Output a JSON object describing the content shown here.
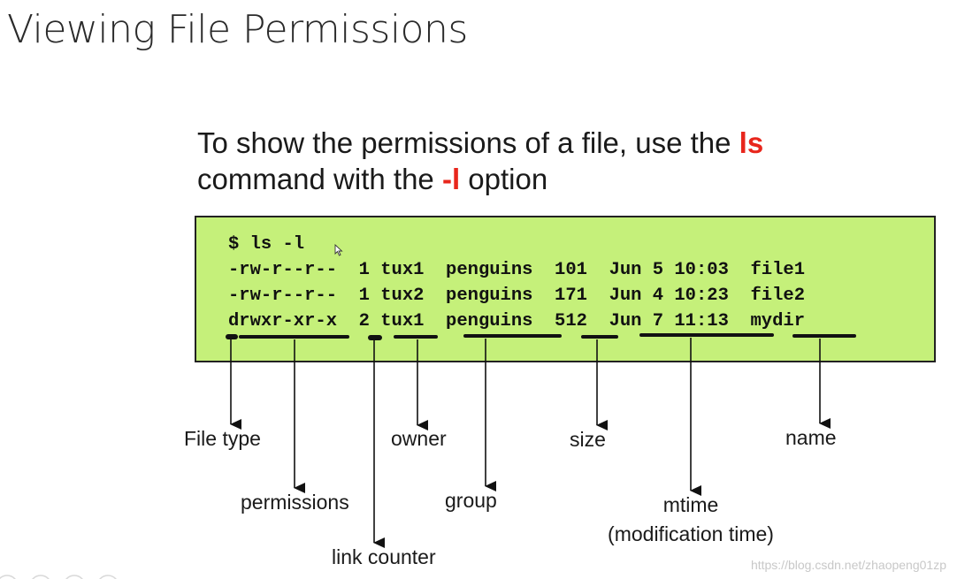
{
  "slide": {
    "title": "Viewing File Permissions",
    "intro_line1_prefix": "To show the permissions of a file, use the ",
    "intro_line1_cmd": "ls",
    "intro_line2_prefix": "command with the ",
    "intro_line2_opt": "-l",
    "intro_line2_suffix": " option"
  },
  "terminal": {
    "background_color": "#c5f07a",
    "lines": [
      "$ ls -l",
      "-rw-r--r--  1 tux1  penguins  101  Jun 5 10:03  file1",
      "-rw-r--r--  1 tux2  penguins  171  Jun 4 10:23  file2",
      "drwxr-xr-x  2 tux1  penguins  512  Jun 7 11:13  mydir"
    ]
  },
  "labels": {
    "file_type": "File type",
    "permissions": "permissions",
    "link_counter": "link counter",
    "owner": "owner",
    "group": "group",
    "size": "size",
    "mtime": "mtime",
    "mtime_sub": "(modification time)",
    "name": "name"
  },
  "watermark": "https://blog.csdn.net/zhaopeng01zp",
  "colors": {
    "accent_red": "#e8261c",
    "text": "#1a1a1a"
  }
}
